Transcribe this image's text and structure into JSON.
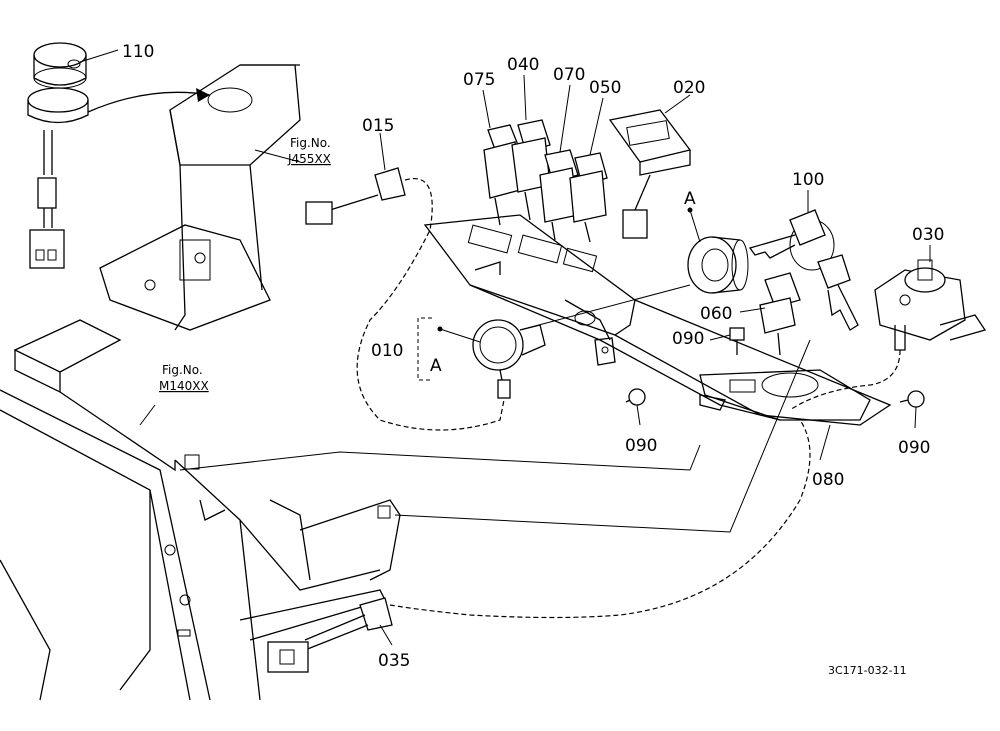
{
  "diagram": {
    "drawing_number": "3C171-032-11",
    "fig_refs": [
      {
        "title": "Fig.No.",
        "code": "J455XX"
      },
      {
        "title": "Fig.No.",
        "code": "M140XX"
      }
    ],
    "group_marker": {
      "letter": "A",
      "part": "010"
    },
    "callouts": [
      {
        "id": "110",
        "label": "110"
      },
      {
        "id": "015",
        "label": "015"
      },
      {
        "id": "075",
        "label": "075"
      },
      {
        "id": "040",
        "label": "040"
      },
      {
        "id": "070",
        "label": "070"
      },
      {
        "id": "050",
        "label": "050"
      },
      {
        "id": "020",
        "label": "020"
      },
      {
        "id": "100",
        "label": "100"
      },
      {
        "id": "030",
        "label": "030"
      },
      {
        "id": "060",
        "label": "060"
      },
      {
        "id": "090a",
        "label": "090"
      },
      {
        "id": "090b",
        "label": "090"
      },
      {
        "id": "090c",
        "label": "090"
      },
      {
        "id": "080",
        "label": "080"
      },
      {
        "id": "035",
        "label": "035"
      },
      {
        "id": "010",
        "label": "010"
      },
      {
        "id": "A1",
        "label": "A"
      },
      {
        "id": "A2",
        "label": "A"
      }
    ]
  }
}
